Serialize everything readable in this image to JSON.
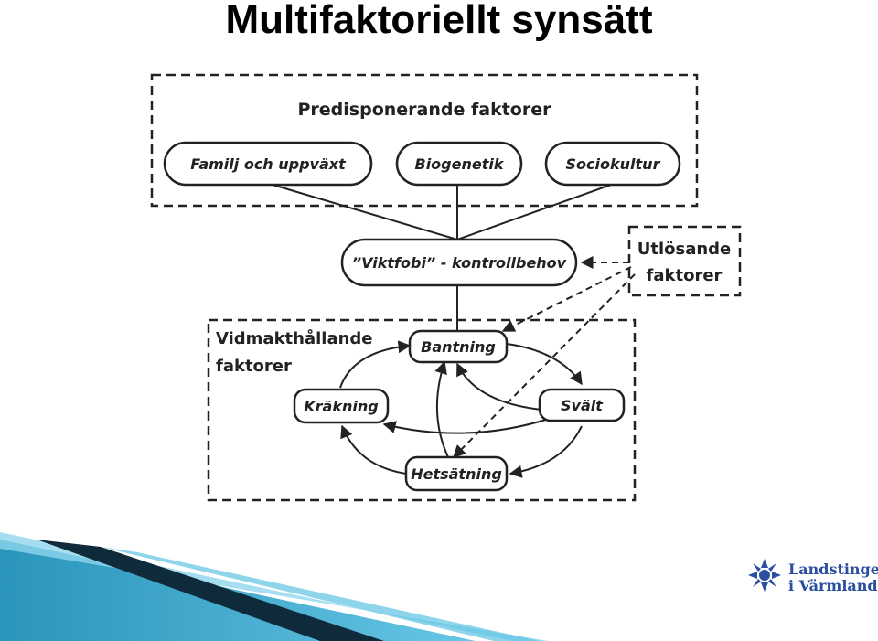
{
  "slide": {
    "title": "Multifaktoriellt synsätt"
  },
  "diagram": {
    "predisposing_group_label": "Predisponerande faktorer",
    "nodes": {
      "family": "Familj och uppväxt",
      "biogenetic": "Biogenetik",
      "sociocultural": "Sociokultur",
      "weight_phobia": "”Viktfobi” - kontrollbehov",
      "dieting": "Bantning",
      "starvation": "Svält",
      "vomiting": "Kräkning",
      "binge": "Hetsätning"
    },
    "triggering_label_line1": "Utlösande",
    "triggering_label_line2": "faktorer",
    "maintaining_label_line1": "Vidmakthållande",
    "maintaining_label_line2": "faktorer"
  },
  "branding": {
    "logo_line1": "Landstinget",
    "logo_line2": "i Värmland",
    "logo_color": "#2a4ea0",
    "band_colors": [
      "#1f8fb8",
      "#5ec3e3",
      "#0f2a3a"
    ]
  }
}
